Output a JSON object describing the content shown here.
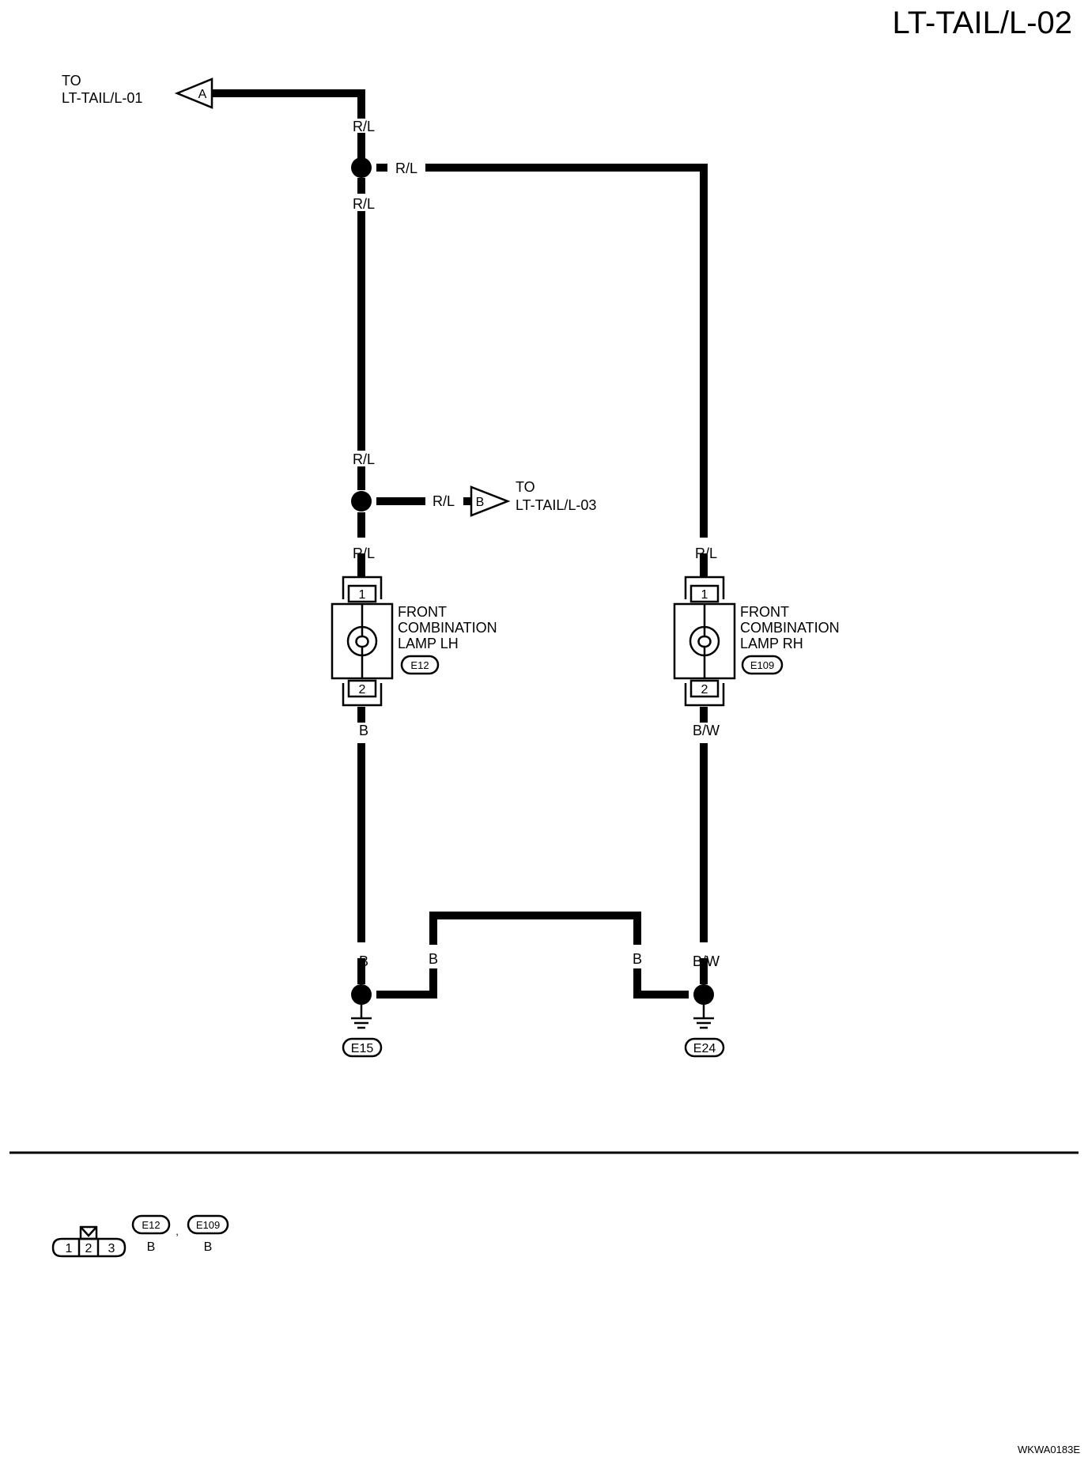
{
  "title": "LT-TAIL/L-02",
  "footer_code": "WKWA0183E",
  "connectors": {
    "to_01": {
      "line1": "TO",
      "line2": "LT-TAIL/L-01",
      "letter": "A"
    },
    "to_03": {
      "line1": "TO",
      "line2": "LT-TAIL/L-03",
      "letter": "B"
    }
  },
  "wire_colors": {
    "rl": "R/L",
    "b": "B",
    "bw": "B/W"
  },
  "lamp_lh": {
    "line1": "FRONT",
    "line2": "COMBINATION",
    "line3": "LAMP LH",
    "connector": "E12",
    "pin_top": "1",
    "pin_bottom": "2"
  },
  "lamp_rh": {
    "line1": "FRONT",
    "line2": "COMBINATION",
    "line3": "LAMP RH",
    "connector": "E109",
    "pin_top": "1",
    "pin_bottom": "2"
  },
  "grounds": {
    "left": "E15",
    "right": "E24"
  },
  "legend": {
    "pins": [
      "1",
      "2",
      "3"
    ],
    "connector_a": "E12",
    "connector_a_color": "B",
    "separator": ",",
    "connector_b": "E109",
    "connector_b_color": "B"
  },
  "colors": {
    "ink": "#000000",
    "paper": "#ffffff"
  }
}
